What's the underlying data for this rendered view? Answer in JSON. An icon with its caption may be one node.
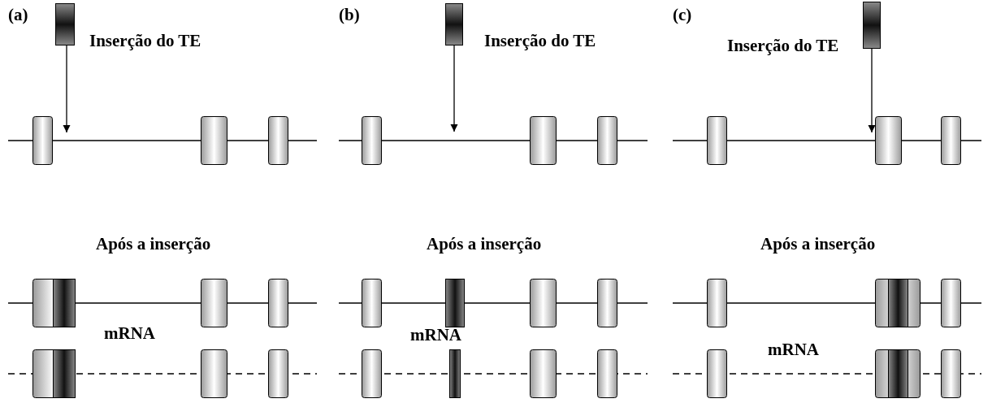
{
  "diagram": {
    "nodes": [
      {
        "text": [],
        "shape": "bar",
        "beside": [
          "Inserção do TE"
        ]
      },
      {
        "text": [],
        "shape": "bar",
        "beside": [
          "Inserção do TE"
        ]
      },
      {
        "text": [],
        "shape": "bar",
        "beside": [
          "Inserção do TE"
        ]
      },
      {
        "text": [],
        "shape": "box"
      },
      {
        "text": [],
        "shape": "box"
      },
      {
        "text": [],
        "shape": "box"
      },
      {
        "text": [],
        "shape": "box"
      },
      {
        "text": [],
        "shape": "box"
      },
      {
        "text": [],
        "shape": "box"
      },
      {
        "text": [],
        "shape": "box"
      },
      {
        "text": [],
        "shape": "box"
      },
      {
        "text": [],
        "shape": "box"
      },
      {
        "text": [],
        "shape": "box"
      },
      {
        "text": [],
        "shape": "bar",
        "in": 12
      },
      {
        "text": [],
        "shape": "box"
      },
      {
        "text": [],
        "shape": "box"
      },
      {
        "text": [],
        "shape": "box"
      },
      {
        "text": [],
        "shape": "bar"
      },
      {
        "text": [],
        "shape": "box"
      },
      {
        "text": [],
        "shape": "box"
      },
      {
        "text": [],
        "shape": "box"
      },
      {
        "text": [],
        "shape": "box"
      },
      {
        "text": [],
        "shape": "bar",
        "in": 21
      },
      {
        "text": [],
        "shape": "box"
      },
      {
        "text": [],
        "shape": "box"
      },
      {
        "text": [],
        "shape": "bar",
        "in": 24
      },
      {
        "text": [],
        "shape": "box"
      },
      {
        "text": [],
        "shape": "box"
      },
      {
        "text": [],
        "shape": "box"
      },
      {
        "text": [],
        "shape": "bar"
      },
      {
        "text": [],
        "shape": "box"
      },
      {
        "text": [],
        "shape": "box"
      },
      {
        "text": [],
        "shape": "box"
      },
      {
        "text": [],
        "shape": "box"
      },
      {
        "text": [],
        "shape": "bar",
        "in": 33
      },
      {
        "text": [],
        "shape": "box"
      }
    ],
    "edges": [
      {
        "from": 0,
        "to": 3,
        "arrow": "to"
      },
      {
        "from": 1,
        "to": null,
        "arrow": "to"
      },
      {
        "from": 2,
        "to": 10,
        "arrow": "to"
      }
    ],
    "labels": [
      "(a)",
      "(b)",
      "(c)",
      "Após a inserção",
      "Após a inserção",
      "Após a inserção",
      "mRNA",
      "mRNA",
      "mRNA"
    ]
  }
}
